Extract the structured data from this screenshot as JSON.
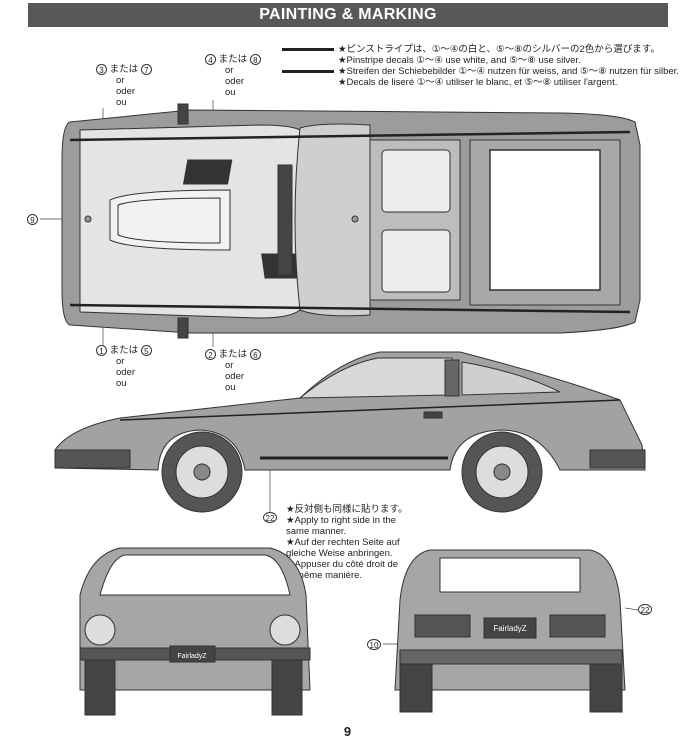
{
  "header": {
    "title": "PAINTING & MARKING"
  },
  "legend": {
    "lines": [
      "★ピンストライプは、①〜④の白と、⑤〜⑧のシルバーの2色から選びます。",
      "★Pinstripe decals ①〜④ use white, and ⑤〜⑧ use silver.",
      "★Streifen der Schiebebilder ①〜④ nutzen für weiss, and ⑤〜⑧ nutzen für silber.",
      "★Decals de liseré ①〜④ utiliser le blanc, et ⑤〜⑧ utiliser l'argent."
    ]
  },
  "callouts": {
    "c3_7": {
      "a": "3",
      "mid": "または",
      "b": "7",
      "or1": "or",
      "or2": "oder",
      "or3": "ou"
    },
    "c4_8": {
      "a": "4",
      "mid": "または",
      "b": "8",
      "or1": "or",
      "or2": "oder",
      "or3": "ou"
    },
    "c1_5": {
      "a": "1",
      "mid": "または",
      "b": "5",
      "or1": "or",
      "or2": "oder",
      "or3": "ou"
    },
    "c2_6": {
      "a": "2",
      "mid": "または",
      "b": "6",
      "or1": "or",
      "or2": "oder",
      "or3": "ou"
    },
    "c9": "9",
    "c22a": "22",
    "c22b": "22",
    "c10": "10"
  },
  "side_note": {
    "lines": [
      "★反対側も同様に貼ります。",
      "★Apply to right side in the",
      "same manner.",
      "★Auf der rechten Seite auf",
      "gleiche Weise anbringen.",
      "★Appuser du côté droit de",
      "la même manière."
    ]
  },
  "plates": {
    "front": "FairladyZ",
    "rear": "FairladyZ"
  },
  "page_number": "9"
}
